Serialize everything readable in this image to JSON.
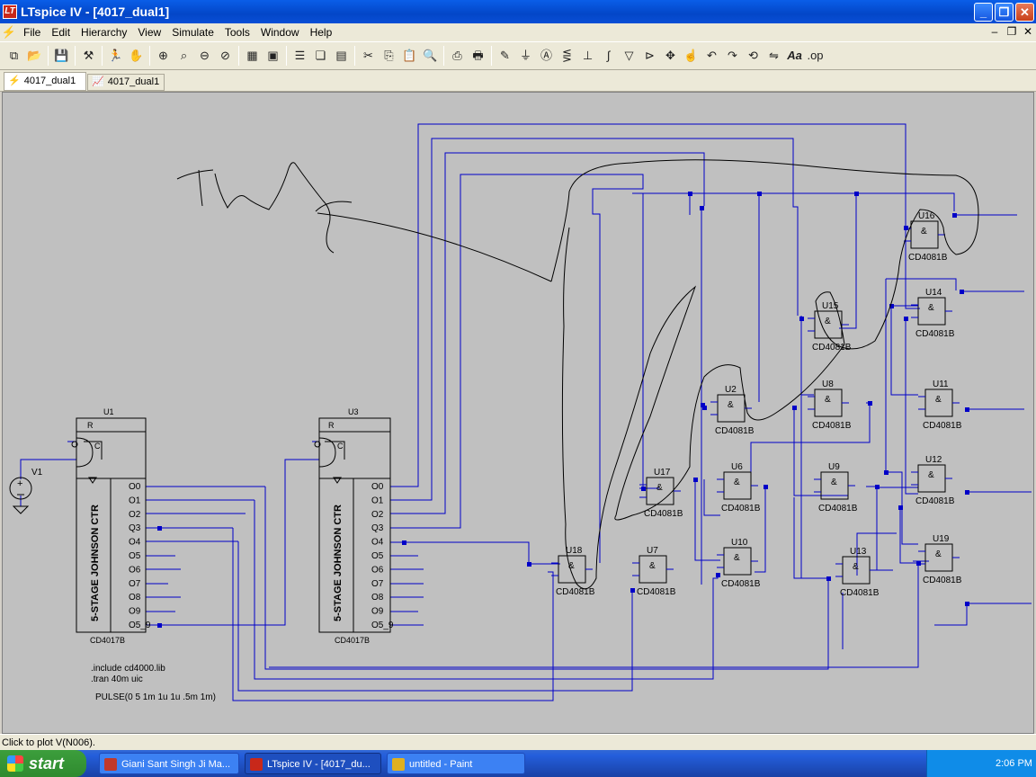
{
  "window": {
    "title": "LTspice IV - [4017_dual1]",
    "app_icon_text": "LT",
    "minimize": "_",
    "restore": "❐",
    "close": "✕"
  },
  "menu": [
    "File",
    "Edit",
    "Hierarchy",
    "View",
    "Simulate",
    "Tools",
    "Window",
    "Help"
  ],
  "tabs": [
    {
      "label": "4017_dual1",
      "icon": "schematic-icon"
    },
    {
      "label": "4017_dual1",
      "icon": "waveform-icon"
    }
  ],
  "schematic": {
    "counters": [
      {
        "ref": "U1",
        "part": "CD4017B",
        "body": "5-STAGE JOHNSON CTR",
        "pin_r": "R",
        "pin_c": "C",
        "outputs": [
          "O0",
          "O1",
          "O2",
          "Q3",
          "O4",
          "O5",
          "O6",
          "O7",
          "O8",
          "O9",
          "O5_9"
        ]
      },
      {
        "ref": "U3",
        "part": "CD4017B",
        "body": "5-STAGE JOHNSON CTR",
        "pin_r": "R",
        "pin_c": "C",
        "outputs": [
          "O0",
          "O1",
          "O2",
          "Q3",
          "O4",
          "O5",
          "O6",
          "O7",
          "O8",
          "O9",
          "O5_9"
        ]
      }
    ],
    "source_ref": "V1",
    "gate_symbol": "&",
    "gates": [
      {
        "ref": "U16",
        "part": "CD4081B"
      },
      {
        "ref": "U14",
        "part": "CD4081B"
      },
      {
        "ref": "U15",
        "part": "CD4081B"
      },
      {
        "ref": "U2",
        "part": "CD4081B"
      },
      {
        "ref": "U8",
        "part": "CD4081B"
      },
      {
        "ref": "U11",
        "part": "CD4081B"
      },
      {
        "ref": "U17",
        "part": "CD4081B"
      },
      {
        "ref": "U6",
        "part": "CD4081B"
      },
      {
        "ref": "U9",
        "part": "CD4081B"
      },
      {
        "ref": "U12",
        "part": "CD4081B"
      },
      {
        "ref": "U18",
        "part": "CD4081B"
      },
      {
        "ref": "U7",
        "part": "CD4081B"
      },
      {
        "ref": "U10",
        "part": "CD4081B"
      },
      {
        "ref": "U13",
        "part": "CD4081B"
      },
      {
        "ref": "U19",
        "part": "CD4081B"
      }
    ],
    "directives": [
      ".include cd4000.lib",
      ".tran 40m uic"
    ],
    "pulse": "PULSE(0 5 1m 1u 1u .5m 1m)"
  },
  "status": "Click to plot V(N006).",
  "taskbar": {
    "start": "start",
    "tasks": [
      {
        "label": "Giani Sant Singh Ji Ma...",
        "color": "#c0392b"
      },
      {
        "label": "LTspice IV - [4017_du...",
        "color": "#c8281a"
      },
      {
        "label": "untitled - Paint",
        "color": "#e0b020"
      }
    ],
    "clock": "2:06 PM"
  }
}
